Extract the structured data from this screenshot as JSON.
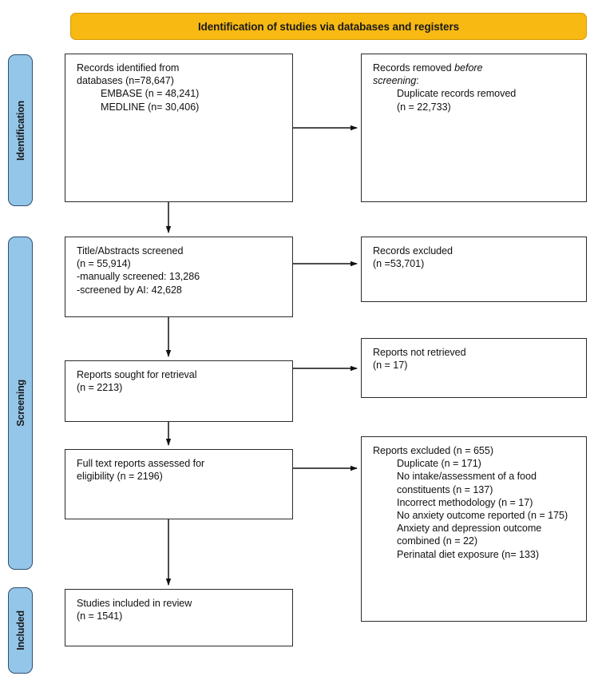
{
  "banner": {
    "title": "Identification of studies via databases and registers",
    "color": "#F8B912"
  },
  "stages": [
    {
      "id": "identification",
      "label": "Identification",
      "color": "#93C6E9"
    },
    {
      "id": "screening",
      "label": "Screening",
      "color": "#93C6E9"
    },
    {
      "id": "included",
      "label": "Included",
      "color": "#93C6E9"
    }
  ],
  "flow": {
    "records_identified": {
      "line1": "Records identified from",
      "line2": "databases (n=78,647)",
      "line3": "EMBASE (n = 48,241)",
      "line4": "MEDLINE (n= 30,406)"
    },
    "records_removed": {
      "line1": "Records removed ",
      "line1_italic": "before",
      "line2_italic": "screening",
      "line2_tail": ":",
      "line3": "Duplicate records removed",
      "line4": "(n = 22,733)"
    },
    "title_abstracts": {
      "line1": "Title/Abstracts screened",
      "line2": "(n = 55,914)",
      "line3": "-manually screened: 13,286",
      "line4": "-screened by AI: 42,628"
    },
    "records_excluded": {
      "line1": "Records excluded",
      "line2": "(n =53,701)"
    },
    "reports_sought": {
      "line1": "Reports sought for retrieval",
      "line2": "(n = 2213)"
    },
    "reports_not_retrieved": {
      "line1": "Reports not retrieved",
      "line2": "(n = 17)"
    },
    "full_text": {
      "line1": "Full text reports assessed for",
      "line2": "eligibility (n = 2196)"
    },
    "reports_excluded": {
      "heading": "Reports excluded (n = 655)",
      "items": [
        "Duplicate (n = 171)",
        "No intake/assessment of a food constituents (n = 137)",
        "Incorrect methodology (n = 17)",
        "No anxiety outcome reported (n = 175)",
        "Anxiety and depression outcome combined (n = 22)",
        "Perinatal diet exposure (n= 133)"
      ]
    },
    "studies_included": {
      "line1": "Studies included in review",
      "line2": "(n = 1541)"
    }
  },
  "arrows": [
    {
      "name": "identified-to-removed",
      "type": "horizontal"
    },
    {
      "name": "identified-to-screened",
      "type": "vertical"
    },
    {
      "name": "screened-to-excluded",
      "type": "horizontal"
    },
    {
      "name": "screened-to-sought",
      "type": "vertical"
    },
    {
      "name": "sought-to-not-retrieved",
      "type": "horizontal"
    },
    {
      "name": "sought-to-fulltext",
      "type": "vertical"
    },
    {
      "name": "fulltext-to-excluded",
      "type": "horizontal"
    },
    {
      "name": "fulltext-to-included",
      "type": "vertical"
    }
  ]
}
